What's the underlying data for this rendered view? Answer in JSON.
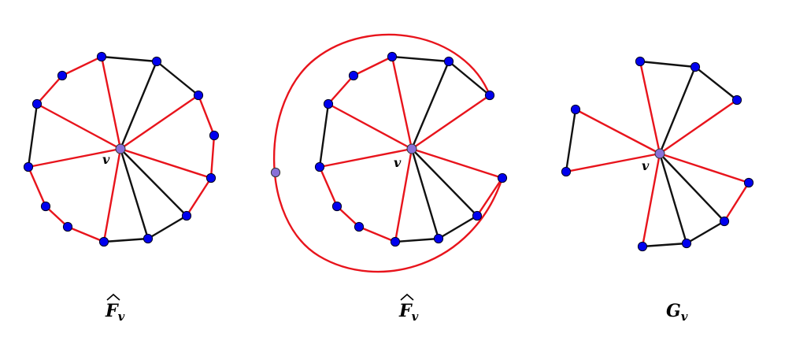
{
  "colors": {
    "red_edge": "#e8141c",
    "black_edge": "#111111",
    "node": "#0000ee",
    "center": "#8870d8"
  },
  "captions": {
    "left": {
      "base": "F",
      "sub": "v",
      "hat": true
    },
    "middle": {
      "base": "F",
      "sub": "v",
      "hat": true
    },
    "right": {
      "base": "G",
      "sub": "v",
      "hat": false
    }
  },
  "vertex_label": "v",
  "icons": {
    "node": "circle",
    "center_node": "circle"
  }
}
